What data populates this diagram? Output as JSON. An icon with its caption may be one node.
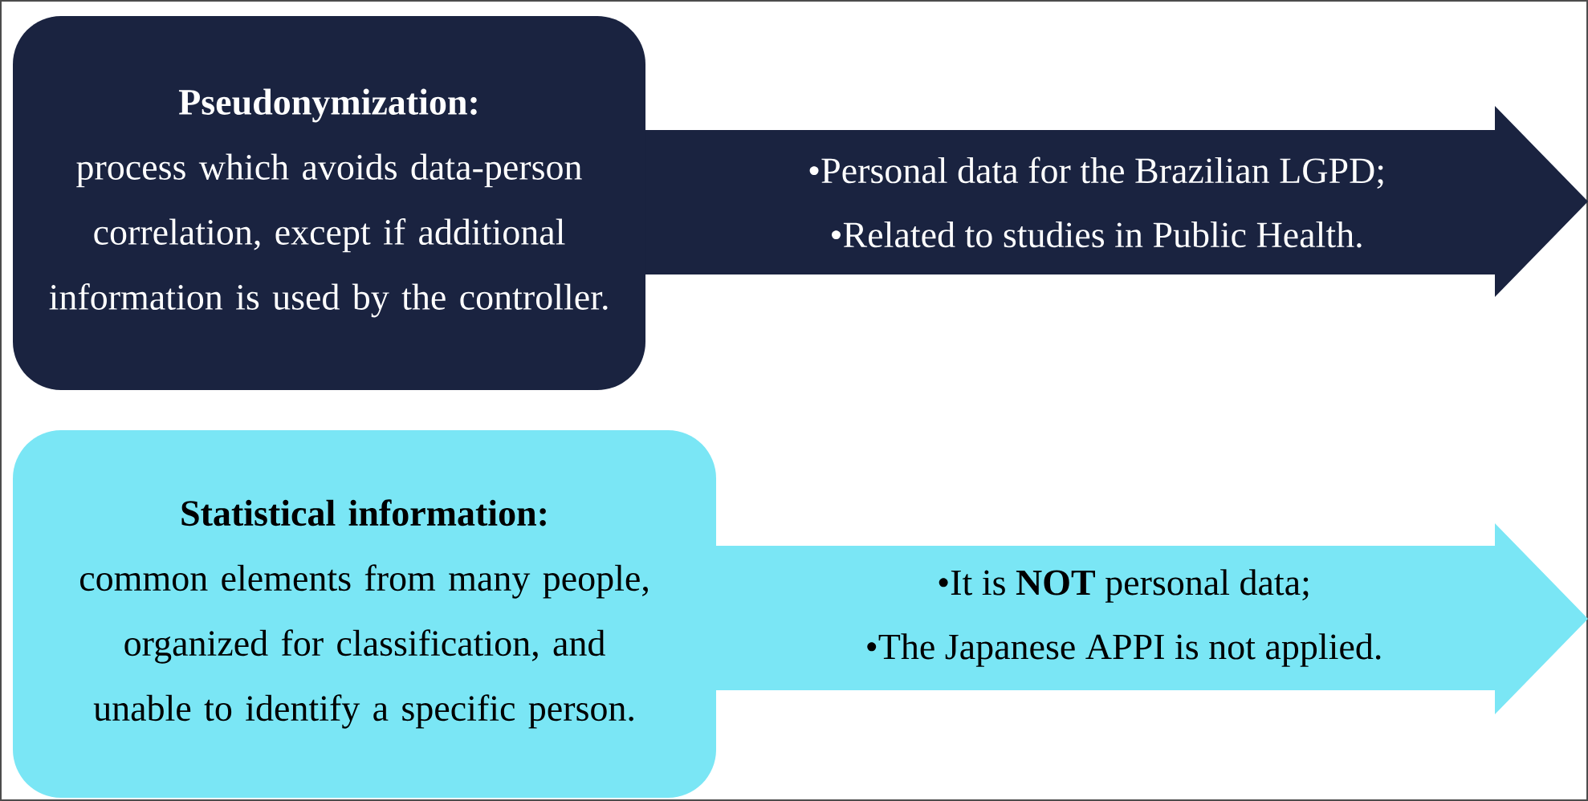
{
  "diagram": {
    "nodes": [
      {
        "text": [
          "Pseudonymization:",
          "process which avoids data-person correlation, except if additional information is used by the controller."
        ]
      },
      {
        "text": [
          "•Personal data for the Brazilian LGPD;",
          "•Related to studies in Public Health."
        ]
      },
      {
        "text": [
          "Statistical information:",
          "common elements from many people, organized for classification, and unable to identify a specific person."
        ]
      },
      {
        "text": [
          "•It is **NOT** personal data;",
          "•The Japanese APPI is not applied."
        ]
      }
    ]
  }
}
